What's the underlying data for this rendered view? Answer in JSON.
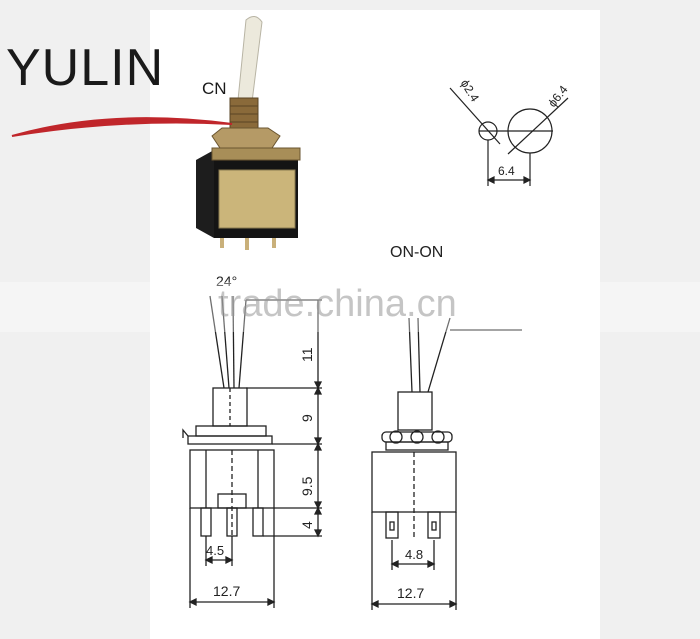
{
  "logo": {
    "text": "YULIN",
    "suffix": "CN",
    "swoosh_color": "#c0262b"
  },
  "watermark": "trade.china.cn",
  "drawing": {
    "mode_label": "ON-ON",
    "angle_label": "24°",
    "panel_hole": {
      "small_dia": "ϕ2.4",
      "large_dia": "ϕ6.4",
      "spacing": "6.4"
    },
    "side_view": {
      "h_lever": "11",
      "h_bushing": "9",
      "h_body": "9.5",
      "h_terminal": "4",
      "terminal_pitch": "4.5",
      "width": "12.7"
    },
    "front_view": {
      "terminal_pitch": "4.8",
      "width": "12.7"
    }
  },
  "colors": {
    "line": "#222222",
    "background": "#ffffff",
    "page": "#f0f0f0"
  }
}
